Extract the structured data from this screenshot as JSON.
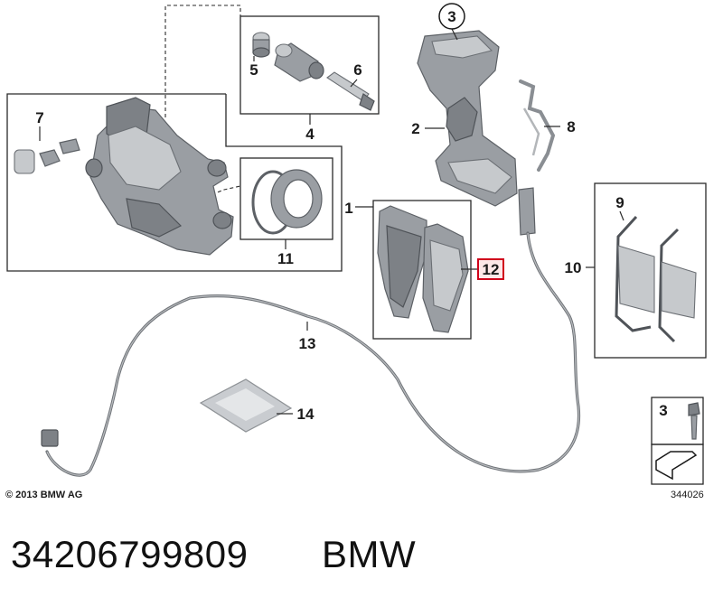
{
  "callouts": {
    "c1": "1",
    "c2": "2",
    "c3": "3",
    "c4": "4",
    "c5": "5",
    "c6": "6",
    "c7": "7",
    "c8": "8",
    "c9": "9",
    "c10": "10",
    "c11": "11",
    "c12": "12",
    "c13": "13",
    "c14": "14",
    "c3_legend": "3"
  },
  "highlight_color": "#d0021b",
  "copyright": "© 2013 BMW AG",
  "diagram_number": "344026",
  "part_number": "34206799809",
  "brand": "BMW"
}
